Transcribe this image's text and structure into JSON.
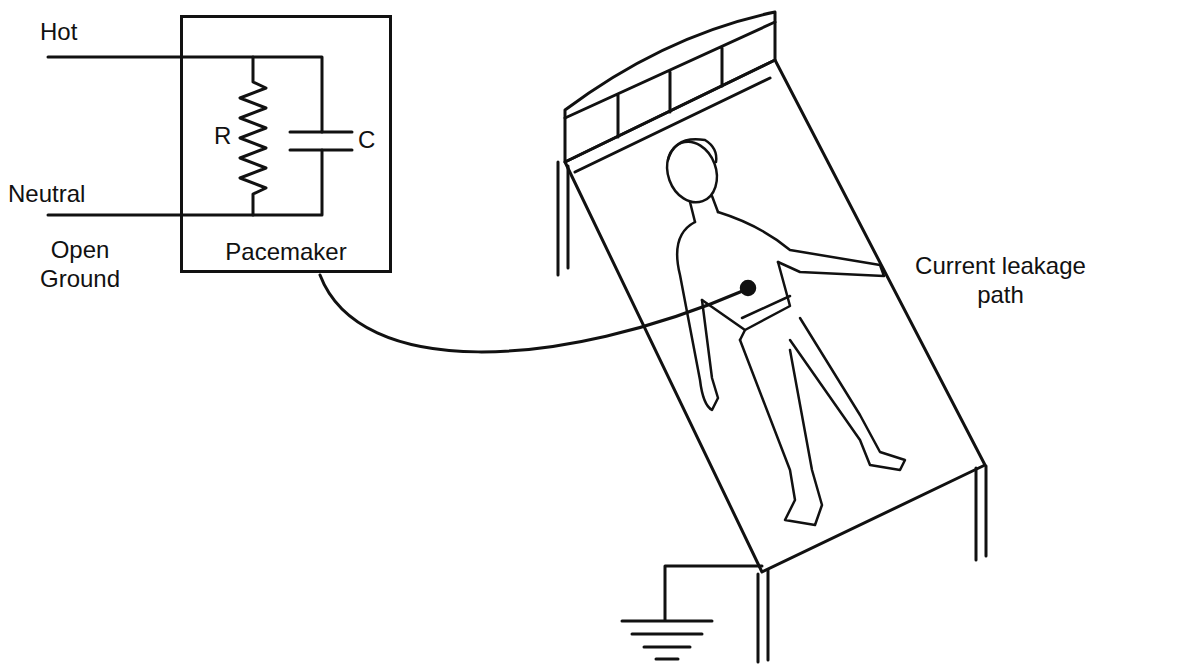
{
  "diagram": {
    "nodes": [
      {
        "text": [
          "Pacemaker"
        ]
      }
    ],
    "labels": [
      "Hot",
      "Neutral",
      "Open Ground",
      "R",
      "C",
      "Current leakage path"
    ]
  }
}
